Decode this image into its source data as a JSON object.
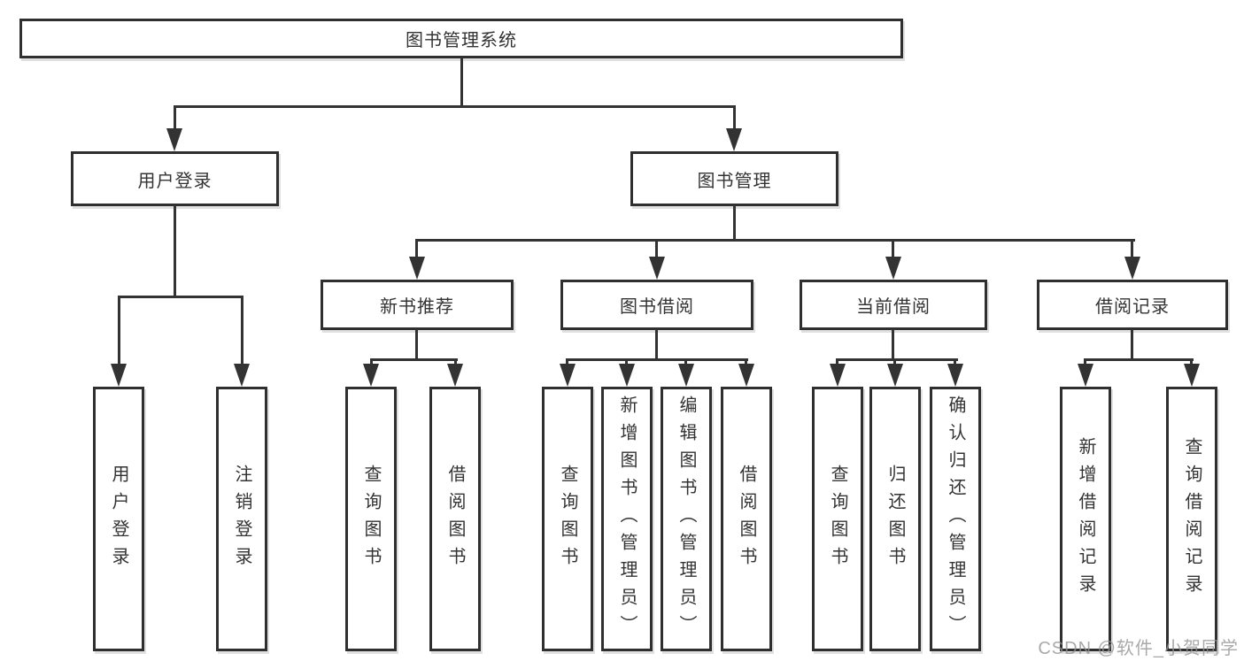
{
  "diagram": {
    "root": "图书管理系统",
    "level2": {
      "user": "用户登录",
      "book": "图书管理"
    },
    "level3": {
      "recommend": "新书推荐",
      "borrow": "图书借阅",
      "current": "当前借阅",
      "records": "借阅记录"
    },
    "user_children": [
      "用户登录",
      "注销登录"
    ],
    "recommend_children": [
      "查询图书",
      "借阅图书"
    ],
    "borrow_children": [
      "查询图书",
      "新增图书（管理员）",
      "编辑图书（管理员）",
      "借阅图书"
    ],
    "current_children": [
      "查询图书",
      "归还图书",
      "确认归还（管理员）"
    ],
    "records_children": [
      "新增借阅记录",
      "查询借阅记录"
    ]
  },
  "watermark": "CSDN @软件_小贺同学",
  "colors": {
    "line": "#333333",
    "box_border": "#2f2f2f",
    "box_fill": "#ffffff",
    "text": "#333333",
    "watermark": "#949494",
    "background": "#ffffff"
  }
}
